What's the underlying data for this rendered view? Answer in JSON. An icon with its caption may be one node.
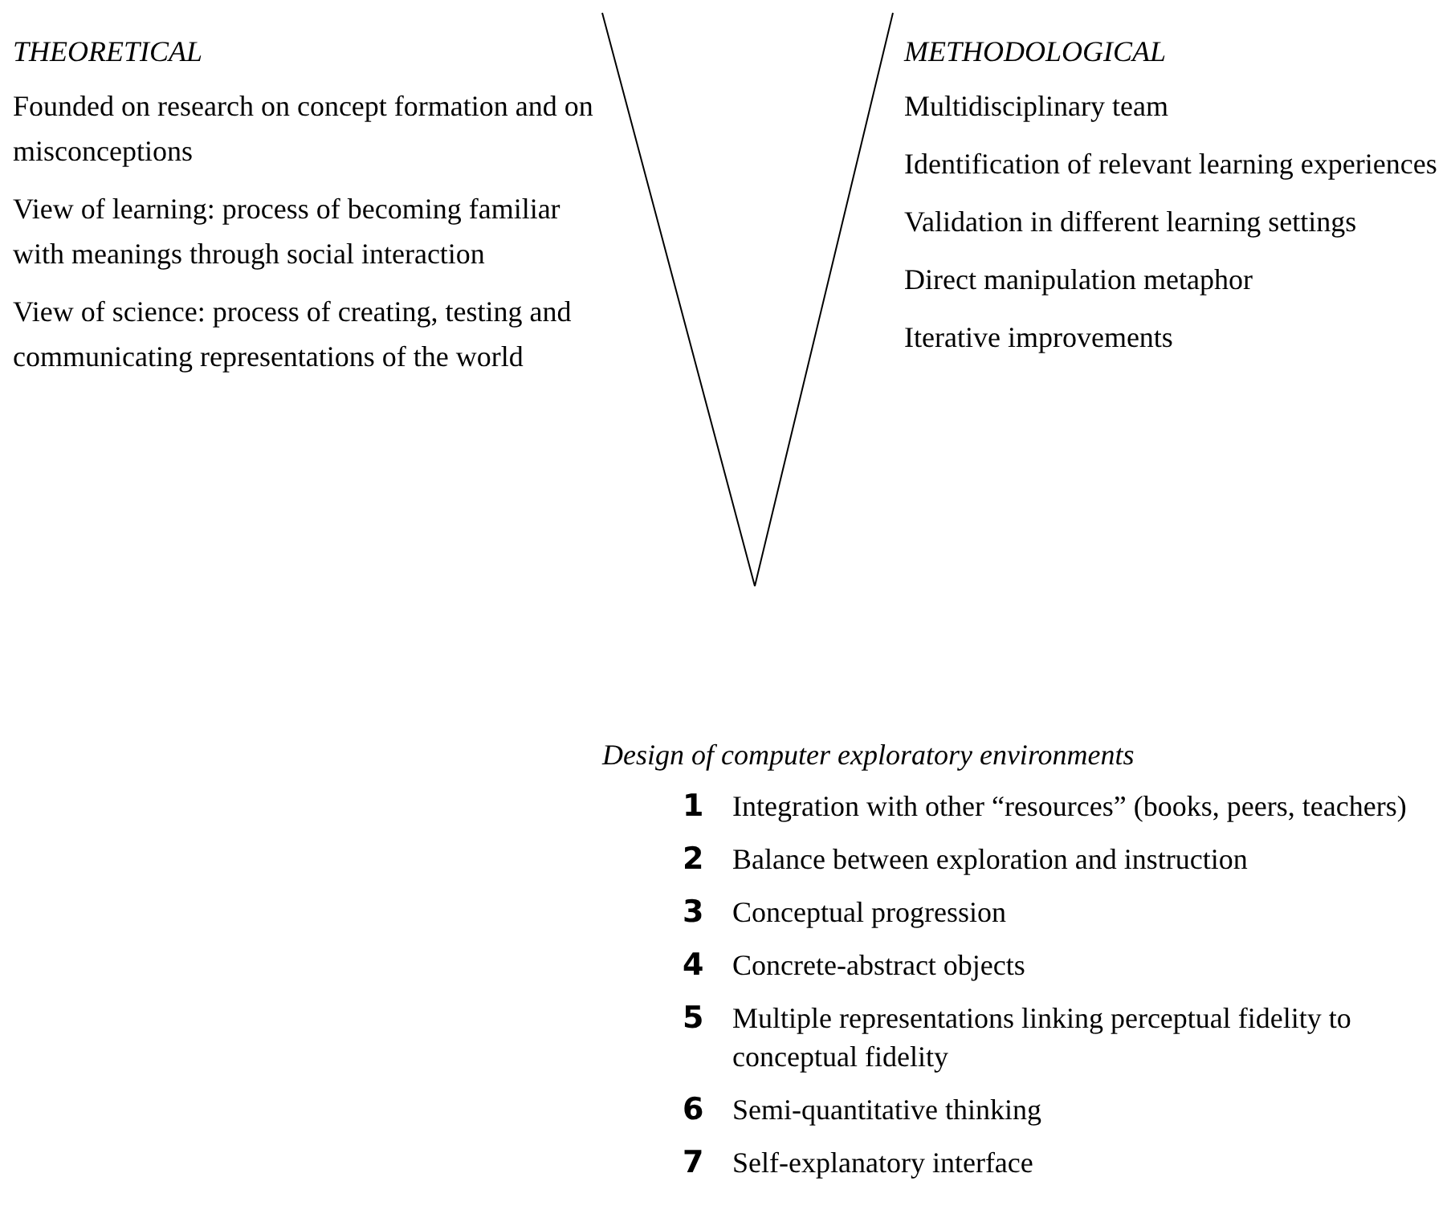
{
  "diagram": {
    "nodes": [
      {
        "text": [
          "THEORETICAL",
          "Founded on research on concept formation and on misconceptions",
          "View of learning: process of becoming familiar with meanings through social interaction",
          "View of science: process of creating, testing and communicating representations of the world"
        ]
      },
      {
        "text": [
          "METHODOLOGICAL",
          "Multidisciplinary team",
          "Identification of relevant learning experiences",
          "Validation in different learning settings",
          "Direct manipulation metaphor",
          "Iterative improvements"
        ]
      },
      {
        "text": [
          "Design of computer exploratory environments",
          "Integration with other “resources” (books, peers, teachers)",
          "Balance between exploration and instruction",
          "Conceptual progression",
          "Concrete-abstract objects",
          "Multiple representations linking perceptual fidelity to conceptual fidelity",
          "Semi-quantitative thinking",
          "Self-explanatory interface"
        ]
      }
    ],
    "labels": [
      "1",
      "2",
      "3",
      "4",
      "5",
      "6",
      "7"
    ]
  }
}
